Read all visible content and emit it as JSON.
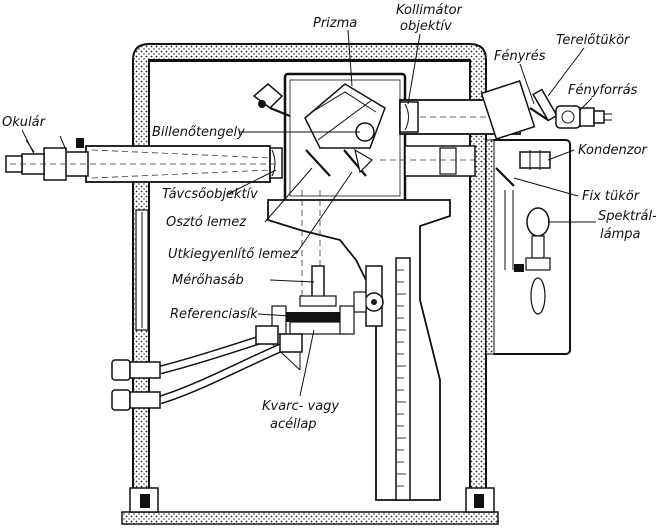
{
  "labels": {
    "prizma": "Prizma",
    "kollimator_1": "Kollimátor",
    "kollimator_2": "objektív",
    "fenyres": "Fényrés",
    "terelotukor": "Terelőtükör",
    "fenyforras": "Fényforrás",
    "okular": "Okulár",
    "billenotengely": "Billenőtengely",
    "kondenzor": "Kondenzor",
    "tavcsoobjektiv": "Távcsőobjektív",
    "fix_tukor": "Fix tükör",
    "oszto_lemez": "Osztó lemez",
    "spektral_1": "Spektrál-",
    "spektral_2": "lámpa",
    "utkiegyenlito_lemez": "Utkiegyenlítő lemez",
    "merohasab": "Mérőhasáb",
    "referenciasik": "Referenciasík",
    "kvarc_1": "Kvarc- vagy",
    "kvarc_2": "acéllap"
  }
}
